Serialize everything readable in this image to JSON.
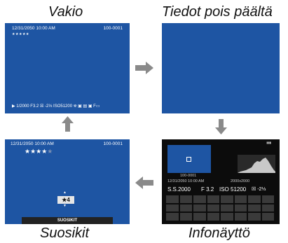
{
  "captions": {
    "top_left": "Vakio",
    "top_right": "Tiedot pois päältä",
    "bottom_left": "Suosikit",
    "bottom_right": "Infonäyttö"
  },
  "standard": {
    "datetime": "12/31/2050 10:00 AM",
    "frame": "100-0001",
    "stars": "★★★★★",
    "bottom_bar": "▶ 1/2000  F3.2  ☒ -2⅓  ISO51200  ⛯ ▣ ▤ ▣ F▭"
  },
  "favorites": {
    "datetime": "12/31/2050 10:00 AM",
    "frame": "100-0001",
    "stars_filled": "★★★★",
    "stars_empty": "★",
    "rating": "★4",
    "arrow_up": "▲",
    "arrow_down": "▼",
    "label": "SUOSIKIT"
  },
  "info": {
    "battery": "▮▮▮",
    "frame": "100-0001",
    "datetime": "12/31/2050 10:00 AM",
    "size": "2000x2000",
    "shutter": "S.S.2000",
    "aperture": "F 3.2",
    "iso": "ISO 51200",
    "exposure": "☒ -2⅓"
  },
  "colors": {
    "screen_blue": "#1e55a3",
    "arrow_gray": "#8a8a8a"
  }
}
